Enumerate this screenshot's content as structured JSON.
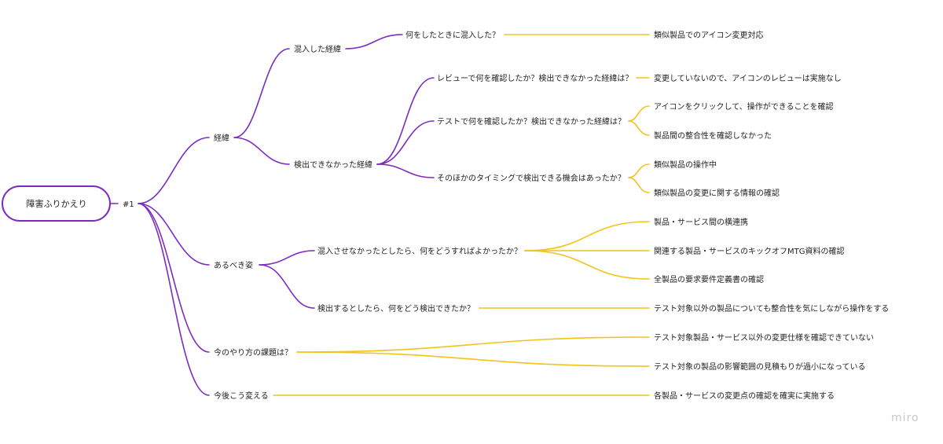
{
  "colors": {
    "purple": "#7b2cbf",
    "yellow": "#f2c318",
    "text": "#1f1f1f"
  },
  "root": {
    "label": "障害ふりかえり"
  },
  "hub": {
    "label": "#1"
  },
  "nodes": {
    "keii": "経緯",
    "konnyu_keii": "混入した経緯",
    "konnyu_q": "何をしたときに混入した？",
    "konnyu_a": "類似製品でのアイコン変更対応",
    "kenshutsu_keii": "検出できなかった経緯",
    "review_q": "レビューで何を確認したか？検出できなかった経緯は？",
    "review_a": "変更していないので、アイコンのレビューは実施なし",
    "test_q": "テストで何を確認したか？検出できなかった経緯は？",
    "test_a1": "アイコンをクリックして、操作ができることを確認",
    "test_a2": "製品間の整合性を確認しなかった",
    "other_q": "そのほかのタイミングで検出できる機会はあったか？",
    "other_a1": "類似製品の操作中",
    "other_a2": "類似製品の変更に関する情報の確認",
    "arubeki": "あるべき姿",
    "arubeki_q1": "混入させなかったとしたら、何をどうすればよかったか？",
    "arubeki_a1": "製品・サービス間の横連携",
    "arubeki_a2": "関連する製品・サービスのキックオフMTG資料の確認",
    "arubeki_a3": "全製品の要求要件定義書の確認",
    "arubeki_q2": "検出するとしたら、何をどう検出できたか？",
    "arubeki_a4": "テスト対象以外の製品についても整合性を気にしながら操作をする",
    "kadai": "今のやり方の課題は？",
    "kadai_a1": "テスト対象製品・サービス以外の変更仕様を確認できていない",
    "kadai_a2": "テスト対象の製品の影響範囲の見積もりが過小になっている",
    "kongo": "今後こう変える",
    "kongo_a": "各製品・サービスの変更点の確認を確実に実施する"
  },
  "watermark": "miro"
}
